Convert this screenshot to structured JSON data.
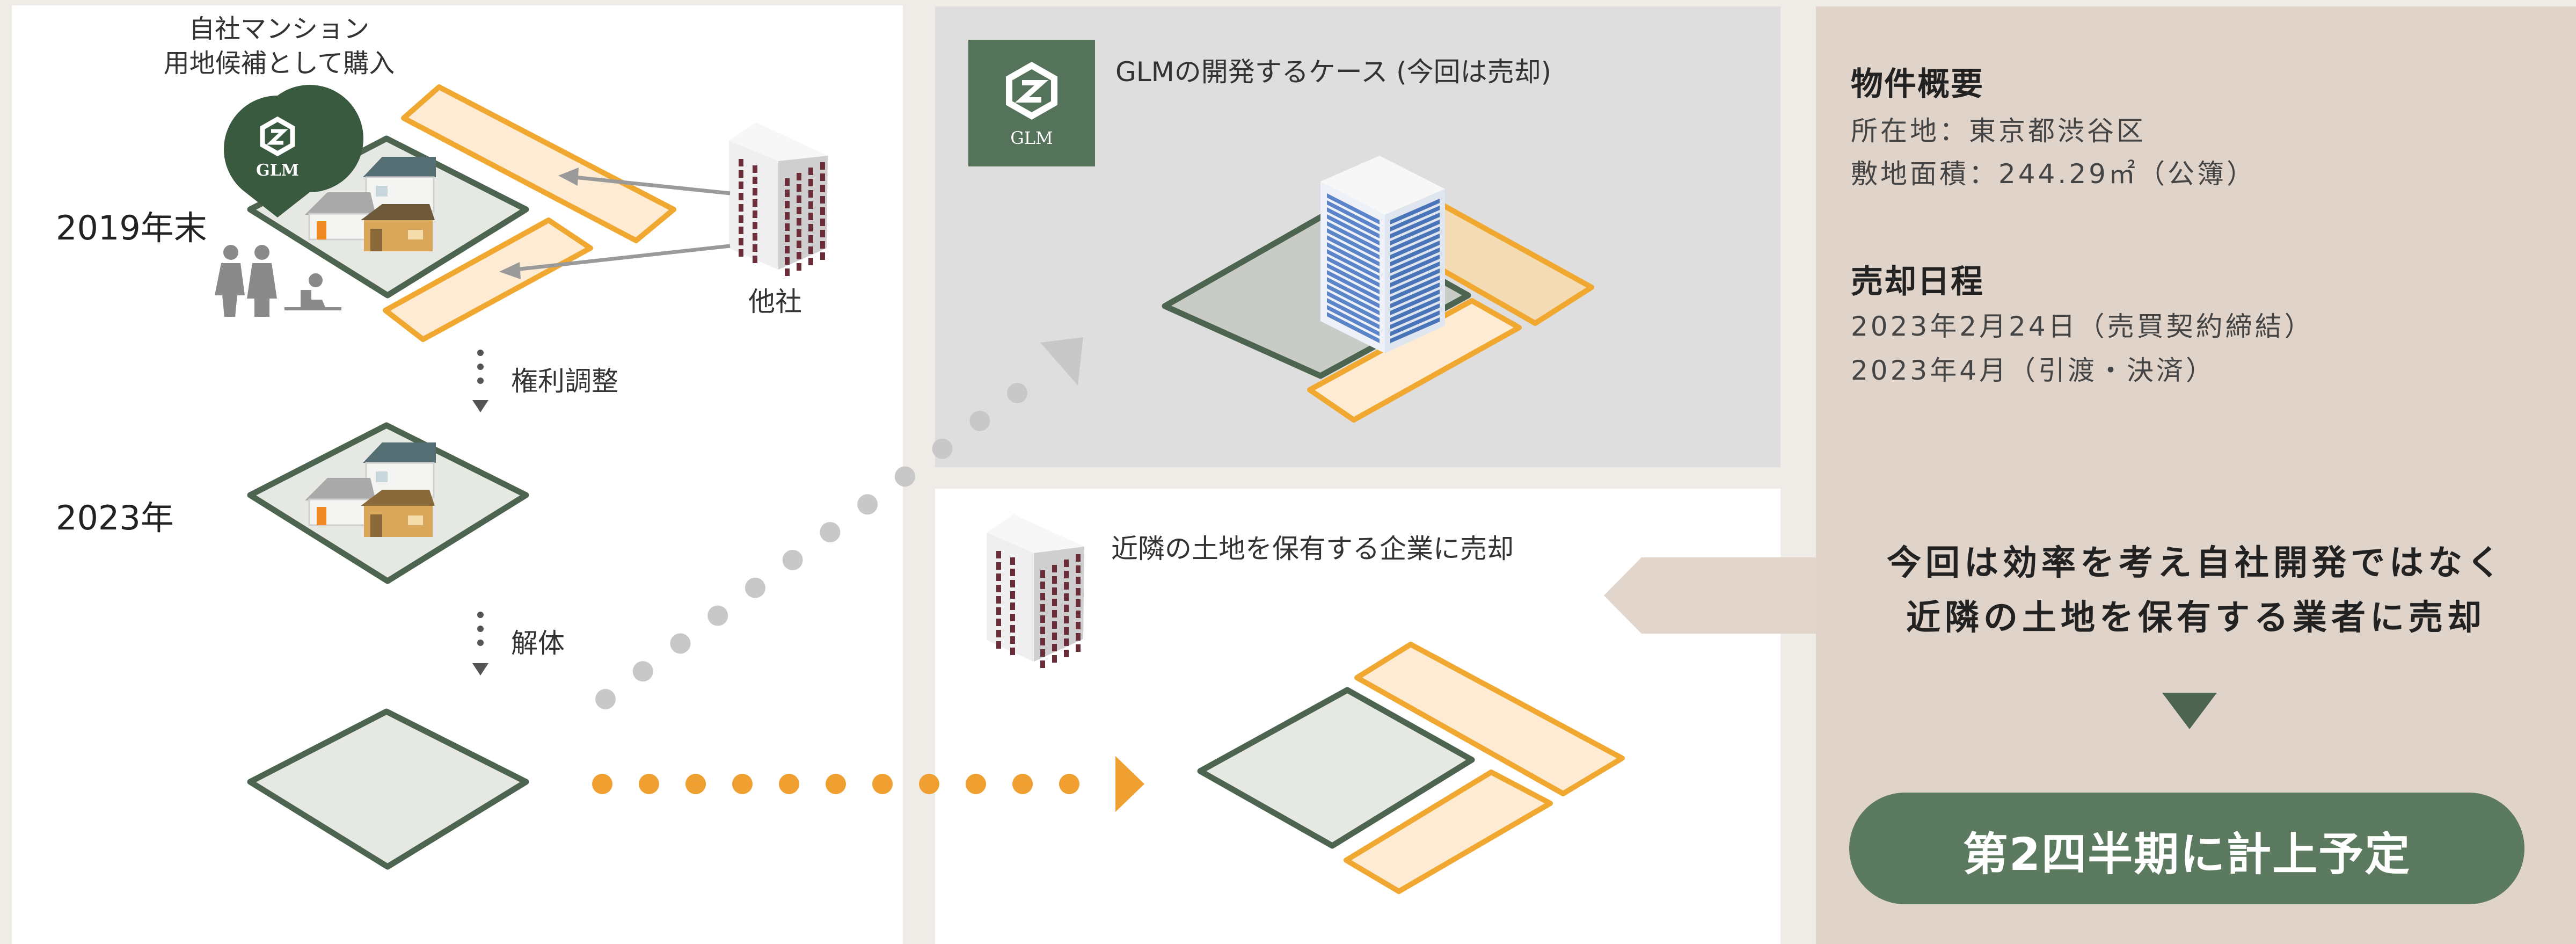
{
  "timeline": {
    "top_caption": [
      "自社マンション",
      "用地候補として購入"
    ],
    "year_2019": "2019年末",
    "year_2023": "2023年",
    "step_rights": "権利調整",
    "step_demolition": "解体",
    "other_company_label": "他社",
    "logo_text": "GLM"
  },
  "panels": {
    "development_case": {
      "title": "GLMの開発するケース (今回は売却)",
      "logo_text": "GLM"
    },
    "sale_case": {
      "title": "近隣の土地を保有する企業に売却"
    }
  },
  "info": {
    "property_heading": "物件概要",
    "location": "所在地：東京都渋谷区",
    "area": "敷地面積：244.29㎡（公簿）",
    "schedule_heading": "売却日程",
    "contract_date": "2023年2月24日（売買契約締結）",
    "settlement_date": "2023年4月（引渡・決済）",
    "summary_line1": "今回は効率を考え自社開発ではなく",
    "summary_line2": "近隣の土地を保有する業者に売却",
    "result_pill": "第2四半期に計上予定"
  },
  "colors": {
    "background": "#efebe6",
    "panel_white": "#ffffff",
    "panel_gray": "#dedede",
    "info_panel": "#dfd3ca",
    "brand_green": "#54735a",
    "lot_fill": "#e6e8e3",
    "lot_border": "#4d6450",
    "orange_fill": "#fdebd3",
    "orange_border": "#f0a830",
    "orange_dot": "#f0a030",
    "gray_dot": "#c8c8c8",
    "arrow_tab": "#e2d6cc",
    "chevron": "#4d6450"
  }
}
